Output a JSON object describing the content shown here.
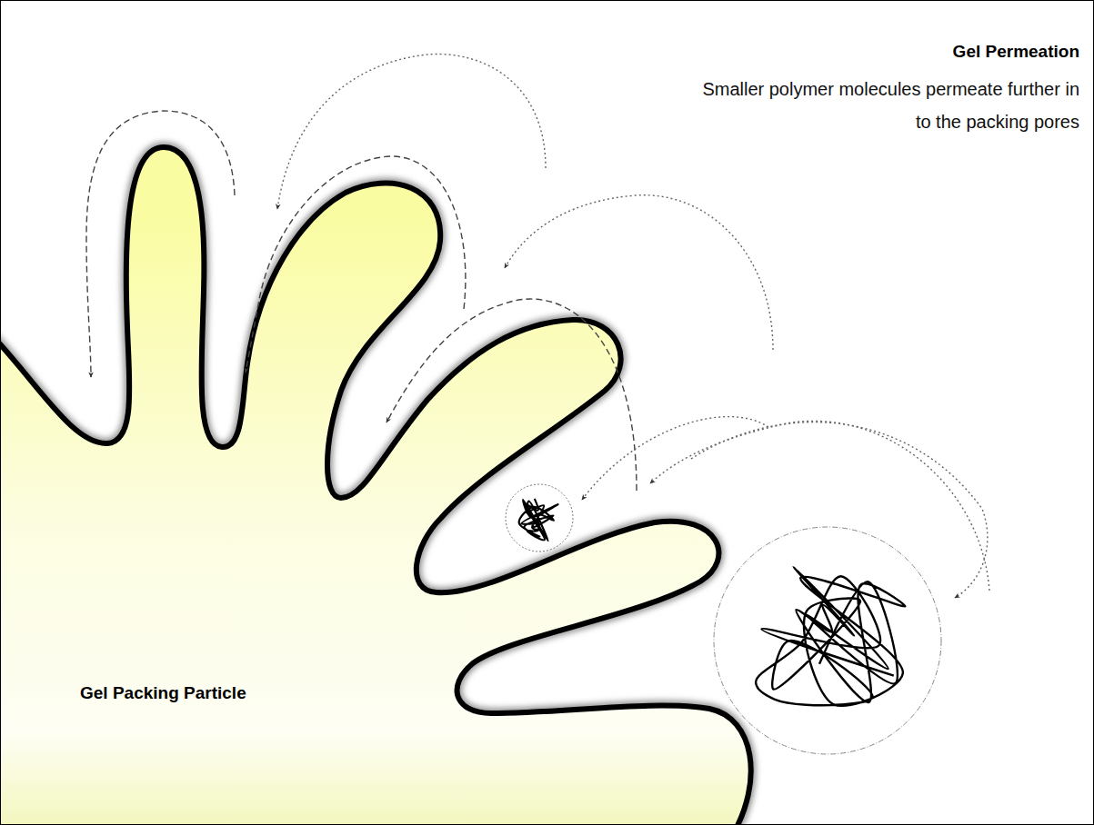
{
  "diagram": {
    "title": "Gel Permeation",
    "nodes": [
      {
        "text": [
          "Gel Packing Particle"
        ]
      }
    ],
    "labels": [
      "Smaller polymer molecules permeate further in to the packing pores"
    ]
  }
}
